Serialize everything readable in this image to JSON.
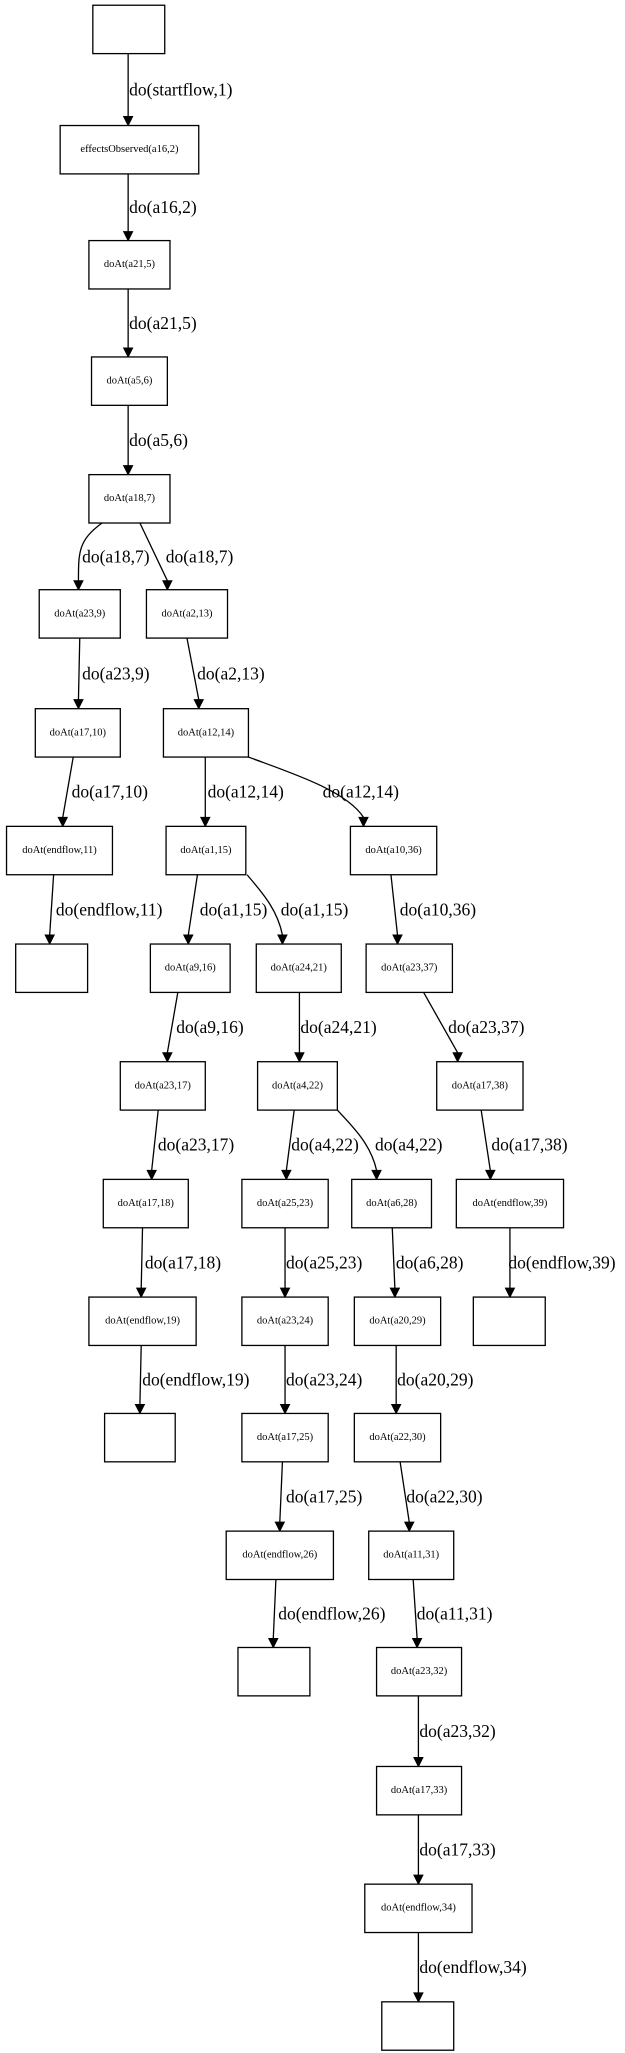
{
  "diagram": {
    "type": "directed-graph",
    "title": "",
    "nodes": [
      {
        "id": "n0",
        "label": ""
      },
      {
        "id": "n1",
        "label": "effectsObserved(a16,2)"
      },
      {
        "id": "n2",
        "label": "doAt(a21,5)"
      },
      {
        "id": "n3",
        "label": "doAt(a5,6)"
      },
      {
        "id": "n4",
        "label": "doAt(a18,7)"
      },
      {
        "id": "n5",
        "label": "doAt(a23,9)"
      },
      {
        "id": "n6",
        "label": "doAt(a2,13)"
      },
      {
        "id": "n7",
        "label": "doAt(a17,10)"
      },
      {
        "id": "n8",
        "label": "doAt(a12,14)"
      },
      {
        "id": "n9",
        "label": "doAt(endflow,11)"
      },
      {
        "id": "n10",
        "label": "doAt(a1,15)"
      },
      {
        "id": "n11",
        "label": "doAt(a10,36)"
      },
      {
        "id": "n12",
        "label": ""
      },
      {
        "id": "n13",
        "label": "doAt(a9,16)"
      },
      {
        "id": "n14",
        "label": "doAt(a24,21)"
      },
      {
        "id": "n15",
        "label": "doAt(a23,37)"
      },
      {
        "id": "n16",
        "label": "doAt(a23,17)"
      },
      {
        "id": "n17",
        "label": "doAt(a4,22)"
      },
      {
        "id": "n18",
        "label": "doAt(a17,38)"
      },
      {
        "id": "n19",
        "label": "doAt(a17,18)"
      },
      {
        "id": "n20",
        "label": "doAt(a25,23)"
      },
      {
        "id": "n21",
        "label": "doAt(a6,28)"
      },
      {
        "id": "n22",
        "label": "doAt(endflow,39)"
      },
      {
        "id": "n23",
        "label": "doAt(endflow,19)"
      },
      {
        "id": "n24",
        "label": "doAt(a23,24)"
      },
      {
        "id": "n25",
        "label": "doAt(a20,29)"
      },
      {
        "id": "n26",
        "label": ""
      },
      {
        "id": "n27",
        "label": ""
      },
      {
        "id": "n28",
        "label": "doAt(a17,25)"
      },
      {
        "id": "n29",
        "label": "doAt(a22,30)"
      },
      {
        "id": "n30",
        "label": "doAt(endflow,26)"
      },
      {
        "id": "n31",
        "label": "doAt(a11,31)"
      },
      {
        "id": "n32",
        "label": ""
      },
      {
        "id": "n33",
        "label": "doAt(a23,32)"
      },
      {
        "id": "n34",
        "label": "doAt(a17,33)"
      },
      {
        "id": "n35",
        "label": "doAt(endflow,34)"
      },
      {
        "id": "n36",
        "label": ""
      }
    ],
    "edges": [
      {
        "from": "n0",
        "to": "n1",
        "label": "do(startflow,1)"
      },
      {
        "from": "n1",
        "to": "n2",
        "label": "do(a16,2)"
      },
      {
        "from": "n2",
        "to": "n3",
        "label": "do(a21,5)"
      },
      {
        "from": "n3",
        "to": "n4",
        "label": "do(a5,6)"
      },
      {
        "from": "n4",
        "to": "n5",
        "label": "do(a18,7)"
      },
      {
        "from": "n4",
        "to": "n6",
        "label": "do(a18,7)"
      },
      {
        "from": "n5",
        "to": "n7",
        "label": "do(a23,9)"
      },
      {
        "from": "n6",
        "to": "n8",
        "label": "do(a2,13)"
      },
      {
        "from": "n7",
        "to": "n9",
        "label": "do(a17,10)"
      },
      {
        "from": "n8",
        "to": "n10",
        "label": "do(a12,14)"
      },
      {
        "from": "n8",
        "to": "n11",
        "label": "do(a12,14)"
      },
      {
        "from": "n9",
        "to": "n12",
        "label": "do(endflow,11)"
      },
      {
        "from": "n10",
        "to": "n13",
        "label": "do(a1,15)"
      },
      {
        "from": "n10",
        "to": "n14",
        "label": "do(a1,15)"
      },
      {
        "from": "n11",
        "to": "n15",
        "label": "do(a10,36)"
      },
      {
        "from": "n13",
        "to": "n16",
        "label": "do(a9,16)"
      },
      {
        "from": "n14",
        "to": "n17",
        "label": "do(a24,21)"
      },
      {
        "from": "n15",
        "to": "n18",
        "label": "do(a23,37)"
      },
      {
        "from": "n16",
        "to": "n19",
        "label": "do(a23,17)"
      },
      {
        "from": "n17",
        "to": "n20",
        "label": "do(a4,22)"
      },
      {
        "from": "n17",
        "to": "n21",
        "label": "do(a4,22)"
      },
      {
        "from": "n18",
        "to": "n22",
        "label": "do(a17,38)"
      },
      {
        "from": "n19",
        "to": "n23",
        "label": "do(a17,18)"
      },
      {
        "from": "n20",
        "to": "n24",
        "label": "do(a25,23)"
      },
      {
        "from": "n21",
        "to": "n25",
        "label": "do(a6,28)"
      },
      {
        "from": "n22",
        "to": "n26",
        "label": "do(endflow,39)"
      },
      {
        "from": "n23",
        "to": "n27",
        "label": "do(endflow,19)"
      },
      {
        "from": "n24",
        "to": "n28",
        "label": "do(a23,24)"
      },
      {
        "from": "n25",
        "to": "n29",
        "label": "do(a20,29)"
      },
      {
        "from": "n28",
        "to": "n30",
        "label": "do(a17,25)"
      },
      {
        "from": "n29",
        "to": "n31",
        "label": "do(a22,30)"
      },
      {
        "from": "n30",
        "to": "n32",
        "label": "do(endflow,26)"
      },
      {
        "from": "n31",
        "to": "n33",
        "label": "do(a11,31)"
      },
      {
        "from": "n33",
        "to": "n34",
        "label": "do(a23,32)"
      },
      {
        "from": "n34",
        "to": "n35",
        "label": "do(a17,33)"
      },
      {
        "from": "n35",
        "to": "n36",
        "label": "do(endflow,34)"
      }
    ]
  }
}
